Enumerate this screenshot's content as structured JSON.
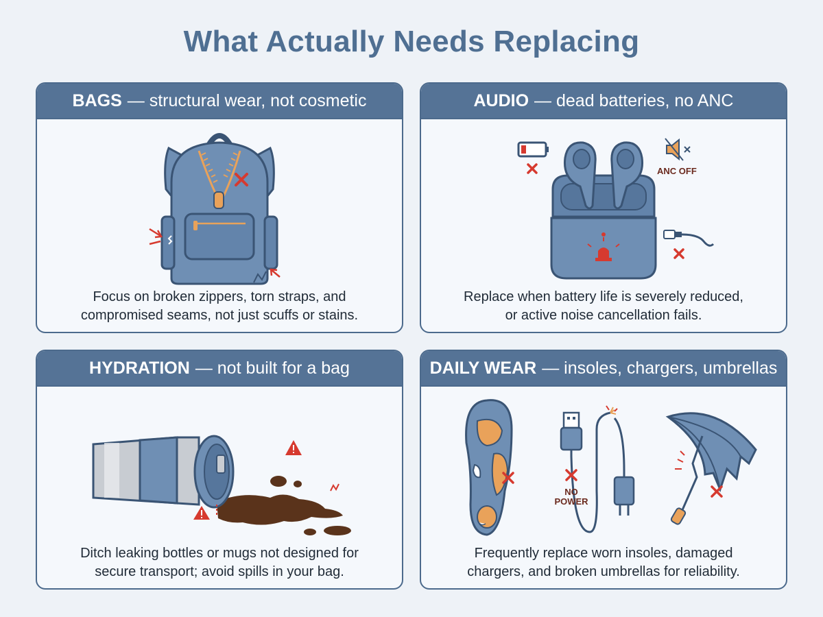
{
  "title": "What Actually Needs Replacing",
  "colors": {
    "accent": "#557396",
    "title": "#4f6f92",
    "item_blue": "#6f8fb4",
    "warning_red": "#d63a2f",
    "orange": "#e9a25a",
    "spill_brown": "#5a331b"
  },
  "cards": [
    {
      "header_bold": "BAGS",
      "header_rest": "— structural wear, not cosmetic",
      "caption_lines": [
        "Focus on broken zippers, torn straps, and",
        "compromised seams, not just scuffs or stains."
      ],
      "icons": [
        "backpack-icon",
        "broken-zipper-icon",
        "torn-seam-icon",
        "x-mark-icon"
      ]
    },
    {
      "header_bold": "AUDIO",
      "header_rest": "— dead batteries, no ANC",
      "caption_lines": [
        "Replace when battery life is severely reduced,",
        "or active noise cancellation fails."
      ],
      "icons": [
        "earbuds-icon",
        "charging-case-icon",
        "low-battery-icon",
        "muted-speaker-icon",
        "charging-cable-icon",
        "alarm-light-icon"
      ],
      "anc_label": "ANC OFF"
    },
    {
      "header_bold": "HYDRATION",
      "header_rest": "— not built for a bag",
      "caption_lines": [
        "Ditch leaking bottles or mugs not designed for",
        "secure transport; avoid spills in your bag."
      ],
      "icons": [
        "tipped-tumbler-icon",
        "spill-icon",
        "warning-triangle-icon"
      ]
    },
    {
      "header_bold": "DAILY WEAR",
      "header_rest": "— insoles, chargers, umbrellas",
      "caption_lines": [
        "Frequently replace worn insoles, damaged",
        "chargers, and broken umbrellas for reliability."
      ],
      "icons": [
        "worn-insole-icon",
        "frayed-charger-icon",
        "broken-umbrella-icon",
        "x-mark-icon"
      ],
      "no_power_label_lines": [
        "NO",
        "POWER"
      ]
    }
  ]
}
